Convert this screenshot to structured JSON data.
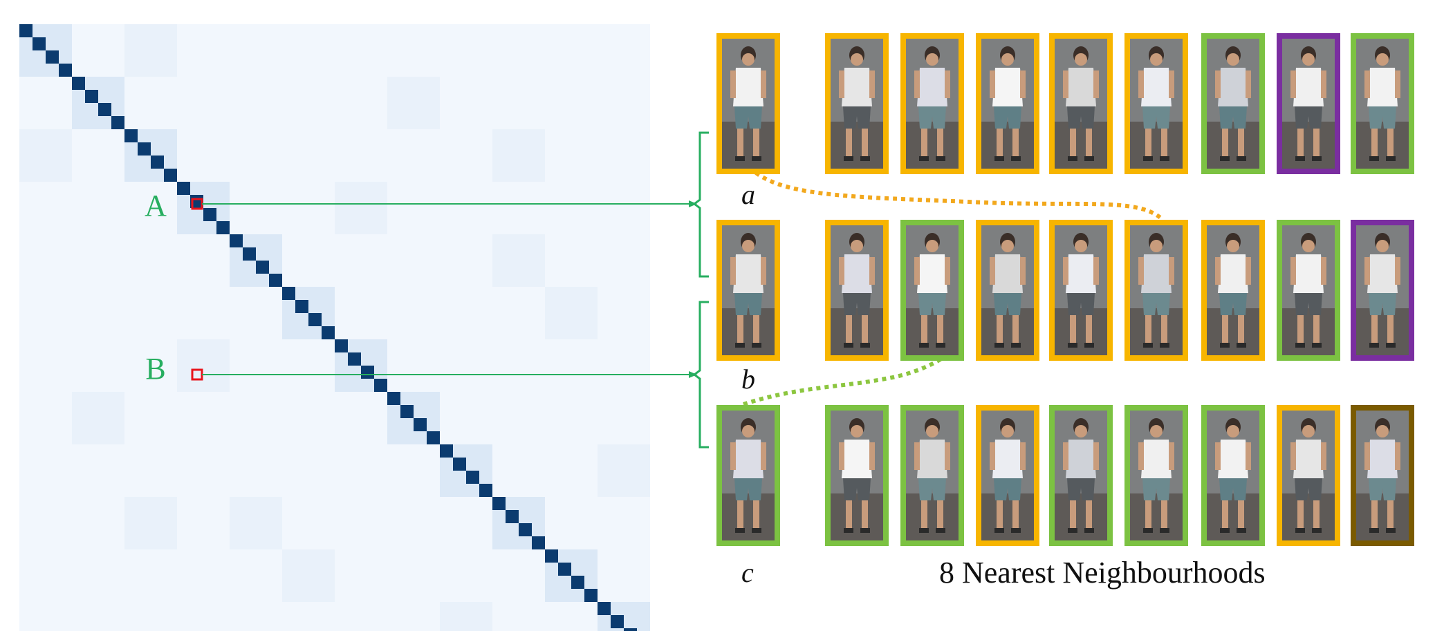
{
  "markers": {
    "a_label": "A",
    "b_label": "B"
  },
  "query_labels": [
    "a",
    "b",
    "c"
  ],
  "caption": "8 Nearest Neighbourhoods",
  "matrix": {
    "size": 48,
    "block": 4,
    "base_color": "#f2f7fd",
    "block_color": "#dbe8f6",
    "diag_color": "#0b3b6f"
  },
  "colors": {
    "orange": "#f7b500",
    "green": "#7cc242",
    "purple": "#7a2ea0",
    "brown": "#7a5a00",
    "connector": "#27ae60",
    "marker_box": "#e8141b",
    "dotted_orange": "#f2a81d",
    "dotted_green": "#8cc63f"
  },
  "rows": [
    {
      "query": "orange",
      "neighbors": [
        "orange",
        "orange",
        "orange",
        "orange",
        "orange",
        "green",
        "purple",
        "green"
      ]
    },
    {
      "query": "orange",
      "neighbors": [
        "orange",
        "green",
        "orange",
        "orange",
        "orange",
        "orange",
        "green",
        "purple"
      ]
    },
    {
      "query": "green",
      "neighbors": [
        "green",
        "green",
        "orange",
        "green",
        "green",
        "green",
        "orange",
        "brown"
      ]
    }
  ]
}
